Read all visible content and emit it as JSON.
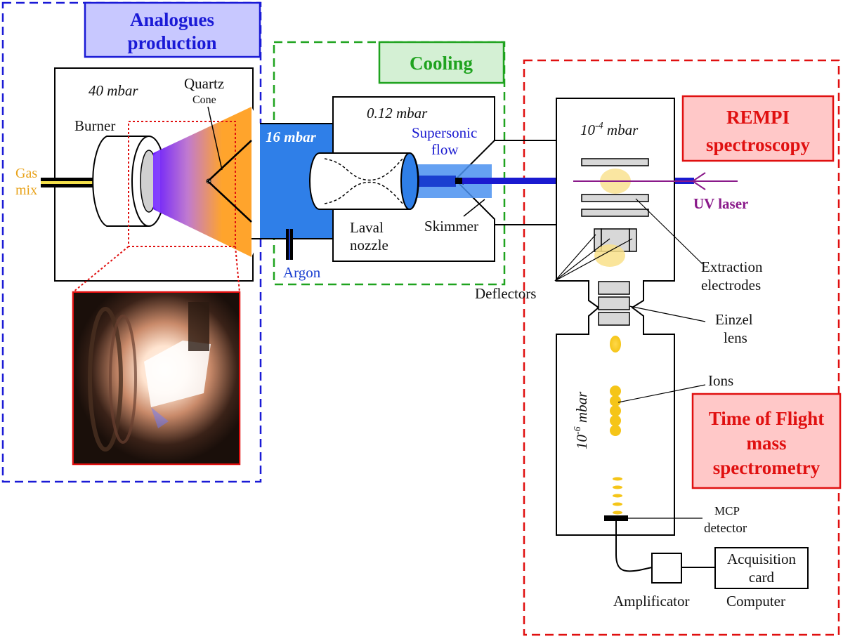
{
  "sections": {
    "analogues": {
      "label_line1": "Analogues",
      "label_line2": "production",
      "color": "#1a1ad6",
      "fill": "#c8c8ff"
    },
    "cooling": {
      "label": "Cooling",
      "color": "#1fa31f",
      "fill": "#d4f0d4"
    },
    "rempi": {
      "label_line1": "REMPI",
      "label_line2": "spectroscopy",
      "color": "#e01010",
      "fill": "#ffc8c8"
    },
    "tof": {
      "label_line1": "Time of Flight",
      "label_line2": "mass",
      "label_line3": "spectrometry",
      "color": "#e01010",
      "fill": "#ffc8c8"
    }
  },
  "pressures": {
    "burner_chamber": "40 mbar",
    "intermediate": "16 mbar",
    "cooling_chamber": "0.12 mbar",
    "rempi_chamber_base": "10",
    "rempi_chamber_exp": "-4",
    "rempi_chamber_unit": " mbar",
    "tof_chamber_base": "10",
    "tof_chamber_exp": "-6",
    "tof_chamber_unit": " mbar"
  },
  "labels": {
    "gas_line1": "Gas",
    "gas_line2": "mix",
    "burner": "Burner",
    "quartz": "Quartz",
    "cone": "Cone",
    "argon": "Argon",
    "laval_line1": "Laval",
    "laval_line2": "nozzle",
    "supersonic_line1": "Supersonic",
    "supersonic_line2": "flow",
    "skimmer": "Skimmer",
    "uv_laser": "UV laser",
    "extraction_line1": "Extraction",
    "extraction_line2": "electrodes",
    "deflectors": "Deflectors",
    "einzel_line1": "Einzel",
    "einzel_line2": "lens",
    "ions": "Ions",
    "mcp_line1": "MCP",
    "mcp_line2": "detector",
    "acquisition_line1": "Acquisition",
    "acquisition_line2": "card",
    "amplificator": "Amplificator",
    "computer": "Computer"
  },
  "colors": {
    "flame_orange": "#ffa42c",
    "flame_purple": "#7a2cff",
    "gas_yellow": "#e8a21a",
    "jet_blue": "#2f7fe8",
    "laser_blue": "#1a1ad0",
    "uv_laser_purple": "#8a1a8a",
    "ion_yellow": "#f5c518",
    "argon_blue": "#1a3fd0",
    "supersonic_blue": "#1a1ad0"
  },
  "photo": {
    "icon": "flame-photo"
  }
}
